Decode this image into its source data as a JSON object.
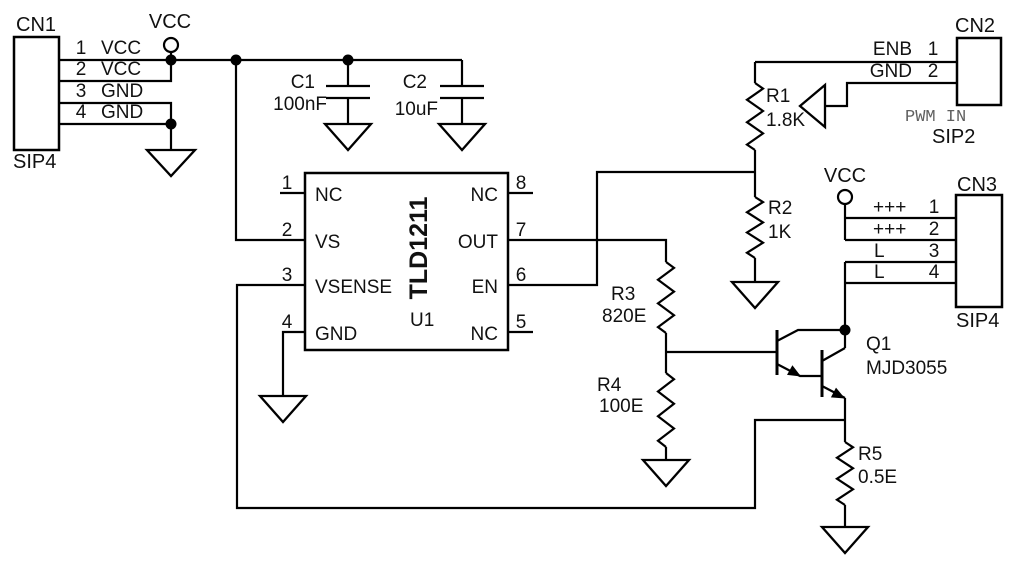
{
  "power": {
    "vcc": "VCC"
  },
  "cn1": {
    "ref": "CN1",
    "package": "SIP4",
    "pins": [
      {
        "n": "1",
        "label": "VCC"
      },
      {
        "n": "2",
        "label": "VCC"
      },
      {
        "n": "3",
        "label": "GND"
      },
      {
        "n": "4",
        "label": "GND"
      }
    ]
  },
  "cn2": {
    "ref": "CN2",
    "package": "SIP2",
    "note": "PWM IN",
    "pins": [
      {
        "n": "1",
        "label": "ENB"
      },
      {
        "n": "2",
        "label": "GND"
      }
    ]
  },
  "cn3": {
    "ref": "CN3",
    "package": "SIP4",
    "vcc": "VCC",
    "pins": [
      {
        "n": "1",
        "label": "+++"
      },
      {
        "n": "2",
        "label": "+++"
      },
      {
        "n": "3",
        "label": "L"
      },
      {
        "n": "4",
        "label": "L"
      }
    ]
  },
  "u1": {
    "ref": "U1",
    "part": "TLD1211",
    "pins_left": [
      {
        "n": "1",
        "label": "NC"
      },
      {
        "n": "2",
        "label": "VS"
      },
      {
        "n": "3",
        "label": "VSENSE"
      },
      {
        "n": "4",
        "label": "GND"
      }
    ],
    "pins_right": [
      {
        "n": "8",
        "label": "NC"
      },
      {
        "n": "7",
        "label": "OUT"
      },
      {
        "n": "6",
        "label": "EN"
      },
      {
        "n": "5",
        "label": "NC"
      }
    ]
  },
  "c1": {
    "ref": "C1",
    "value": "100nF"
  },
  "c2": {
    "ref": "C2",
    "value": "10uF"
  },
  "r1": {
    "ref": "R1",
    "value": "1.8K"
  },
  "r2": {
    "ref": "R2",
    "value": "1K"
  },
  "r3": {
    "ref": "R3",
    "value": "820E"
  },
  "r4": {
    "ref": "R4",
    "value": "100E"
  },
  "r5": {
    "ref": "R5",
    "value": "0.5E"
  },
  "q1": {
    "ref": "Q1",
    "part": "MJD3055"
  },
  "colors": {
    "line": "#000000",
    "background": "#ffffff",
    "muted_label": "#5f5f5f"
  }
}
